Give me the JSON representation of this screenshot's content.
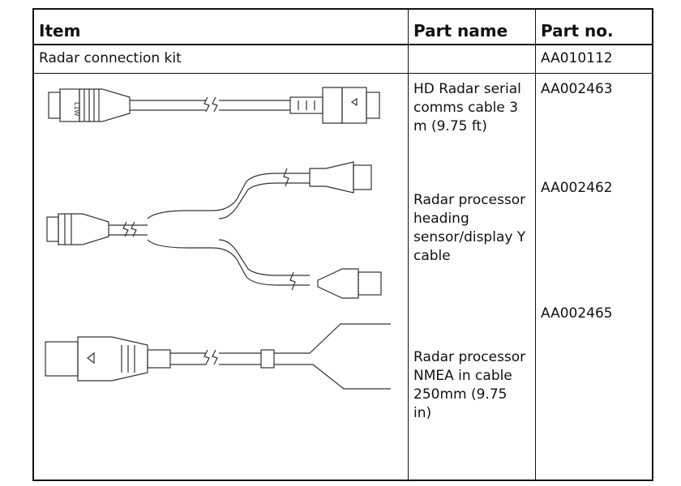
{
  "table": {
    "headers": {
      "item": "Item",
      "part_name": "Part name",
      "part_no": "Part no."
    },
    "rows": [
      {
        "item": "Radar connection kit",
        "part_name": "",
        "part_no": "AA010112"
      },
      {
        "item": "",
        "part_name": "HD Radar serial comms cable 3 m (9.75 ft)",
        "part_no": "AA002463"
      },
      {
        "item": "",
        "part_name": "Radar processor heading sensor/display Y cable",
        "part_no": "AA002462"
      },
      {
        "item": "",
        "part_name": "Radar processor NMEA in cable 250mm (9.75 in)",
        "part_no": "AA002465"
      }
    ]
  },
  "diagram_labels": {
    "connector_mark": "L1W"
  }
}
